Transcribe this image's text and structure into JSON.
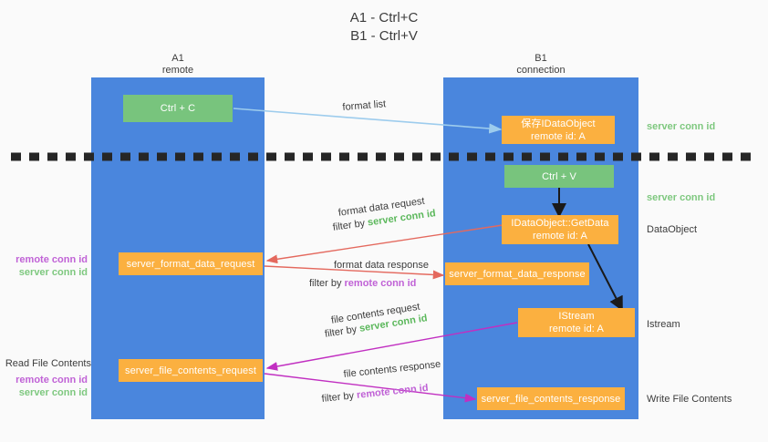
{
  "title": {
    "line1": "A1 - Ctrl+C",
    "line2": "B1 - Ctrl+V"
  },
  "lanes": [
    {
      "id": "a1",
      "name": "A1",
      "sub": "remote"
    },
    {
      "id": "b1",
      "name": "B1",
      "sub": "connection"
    }
  ],
  "nodes": {
    "ctrl_c": {
      "line1": "Ctrl + C",
      "line2": ""
    },
    "save_idataobject": {
      "line1": "保存IDataObject",
      "line2": "remote id: A"
    },
    "ctrl_v": {
      "line1": "Ctrl + V",
      "line2": ""
    },
    "idataobject_getdata": {
      "line1": "IDataObject::GetData",
      "line2": "remote id: A"
    },
    "istream": {
      "line1": "IStream",
      "line2": "remote id: A"
    },
    "server_format_data_request": {
      "line1": "server_format_data_request",
      "line2": ""
    },
    "server_format_data_response": {
      "line1": "server_format_data_response",
      "line2": ""
    },
    "server_file_contents_request": {
      "line1": "server_file_contents_request",
      "line2": ""
    },
    "server_file_contents_response": {
      "line1": "server_file_contents_response",
      "line2": ""
    }
  },
  "edge_labels": {
    "format_list": "format list",
    "format_data_request": "format data request",
    "format_data_request_filter_prefix": "filter by ",
    "format_data_request_filter_value": "server conn id",
    "format_data_response": "format data response",
    "format_data_response_filter_prefix": "filter by ",
    "format_data_response_filter_value": "remote conn id",
    "file_contents_request": "file contents request",
    "file_contents_request_filter_prefix": "filter by ",
    "file_contents_request_filter_value": "server conn id",
    "file_contents_response": "file contents response",
    "file_contents_response_filter_prefix": "filter by ",
    "file_contents_response_filter_value": "remote conn id"
  },
  "right_annotations": [
    {
      "id": "server-conn-id-top",
      "text": "server conn id",
      "style": "green-bold"
    },
    {
      "id": "server-conn-id-second",
      "text": "server conn id",
      "style": "green-bold"
    },
    {
      "id": "dataobject",
      "text": "DataObject",
      "style": "plain"
    },
    {
      "id": "istream",
      "text": "Istream",
      "style": "plain"
    },
    {
      "id": "write-file-contents",
      "text": "Write File Contents",
      "style": "plain"
    }
  ],
  "left_annotations": {
    "read_file_contents": "Read File Contents",
    "remote_conn_id": "remote conn id",
    "server_conn_id": "server conn id"
  },
  "colors": {
    "background": "#fafafa",
    "lane": "#4a86dd",
    "green_node": "#78c47d",
    "orange_node": "#fbb040",
    "divider": "#262626",
    "arrow_format_list": "#9dcced",
    "arrow_format_data": "#e4695e",
    "arrow_file_contents": "#c12fc1",
    "arrow_black": "#1a1a1a",
    "accent_green_text": "#5cb85c",
    "accent_purple_text": "#c062d6",
    "body_text": "#3c3c3c"
  }
}
